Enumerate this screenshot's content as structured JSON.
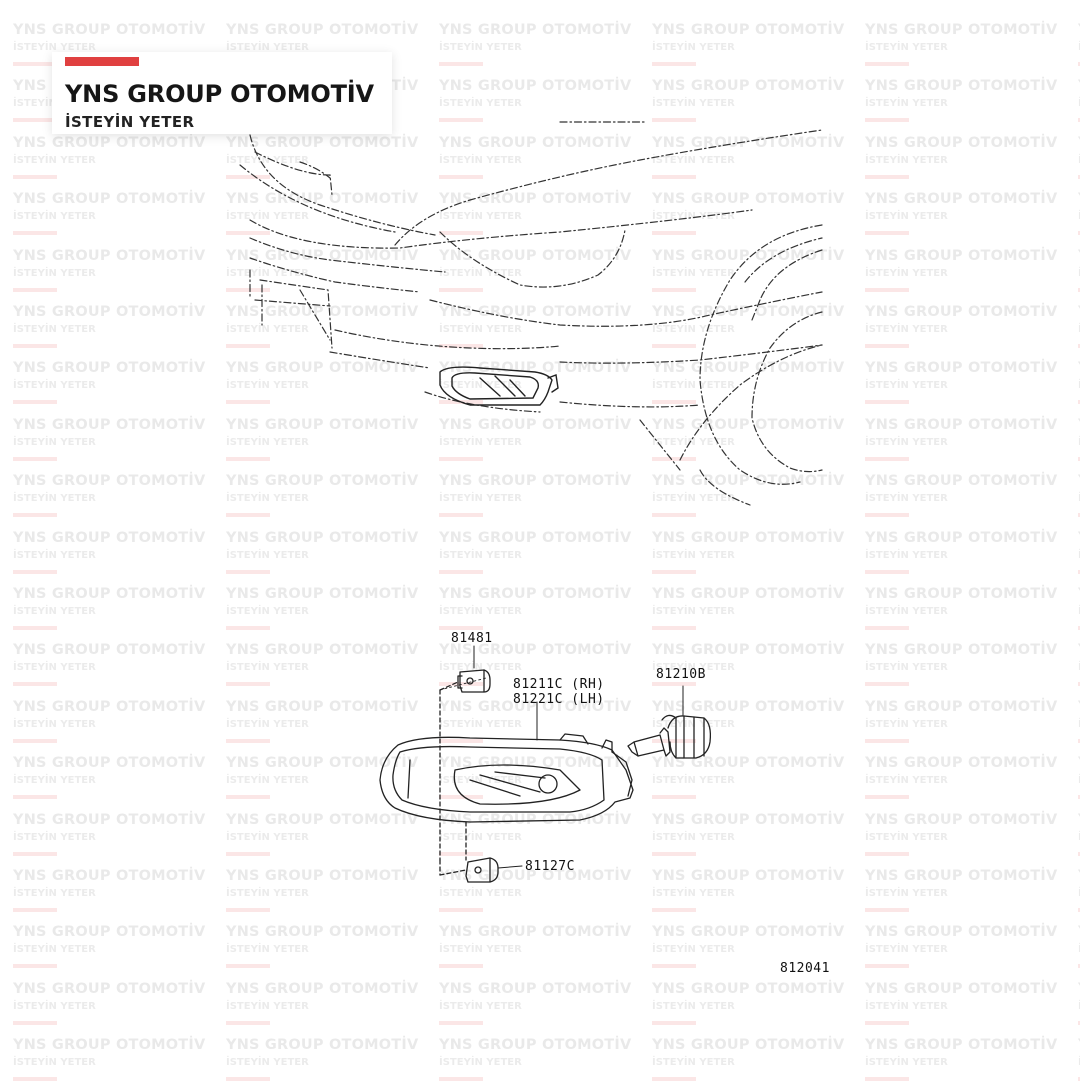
{
  "logo": {
    "brand": "YNS GROUP OTOMOTİV",
    "slogan": "İSTEYİN YETER",
    "accent_color": "#e04040"
  },
  "watermark": {
    "brand": "YNS GROUP OTOMOTİV",
    "slogan": "İSTEYİN YETER"
  },
  "diagram": {
    "part_labels": {
      "bulb_socket_top": "81481",
      "lamp_rh": "81211C (RH)",
      "lamp_lh": "81221C (LH)",
      "bulb": "81210B",
      "bulb_socket_bottom": "81127C",
      "illustration_code": "812041"
    }
  }
}
